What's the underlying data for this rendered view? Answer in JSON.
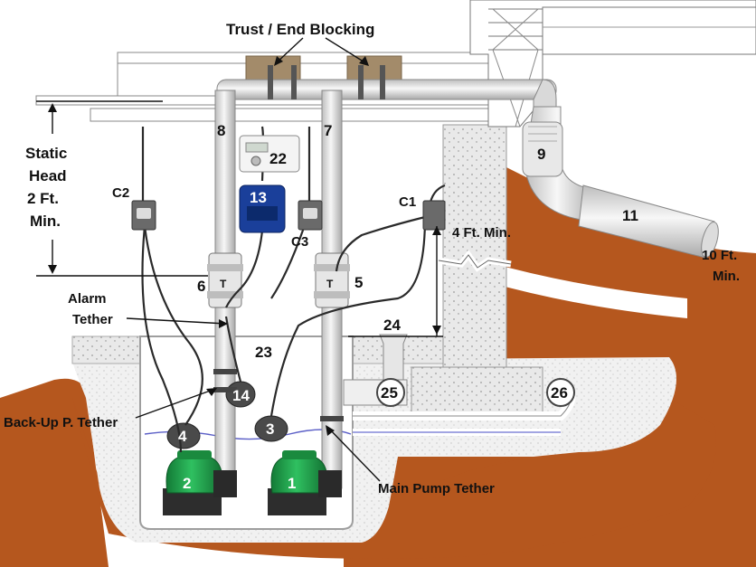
{
  "title": "Trust / End Blocking",
  "labels": {
    "static_head": [
      "Static",
      "Head",
      "2 Ft.",
      "Min."
    ],
    "c1": "C1",
    "c2": "C2",
    "c3": "C3",
    "four_ft_min": "4 Ft. Min.",
    "ten_ft_min": [
      "10 Ft.",
      "Min."
    ],
    "alarm_tether": [
      "Alarm",
      "Tether"
    ],
    "backup_tether": "Back-Up P. Tether",
    "main_pump_tether": "Main Pump Tether"
  },
  "callouts": {
    "n1": "1",
    "n2": "2",
    "n3": "3",
    "n4": "4",
    "n5": "5",
    "n6": "6",
    "n7": "7",
    "n8": "8",
    "n9": "9",
    "n11": "11",
    "n13": "13",
    "n14": "14",
    "n22": "22",
    "n23": "23",
    "n24": "24",
    "n25": "25",
    "n26": "26"
  },
  "colors": {
    "soil": "#b5571e",
    "concrete": "#d6d6d6",
    "gravel": "#ececec",
    "pump_green": "#1f9a47",
    "pipe": "#e4e4e4",
    "blocking": "#a38b6a",
    "controller_blue": "#1a3f9a"
  }
}
